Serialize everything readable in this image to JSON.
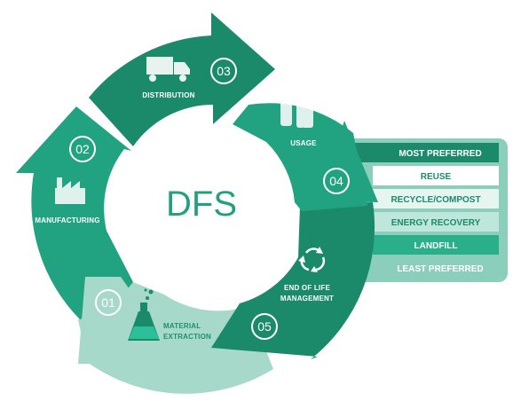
{
  "center_title": "DFS",
  "stages": [
    {
      "number": "01",
      "label_lines": [
        "MATERIAL",
        "EXTRACTION"
      ]
    },
    {
      "number": "02",
      "label_lines": [
        "MANUFACTURING"
      ]
    },
    {
      "number": "03",
      "label_lines": [
        "DISTRIBUTION"
      ]
    },
    {
      "number": "04",
      "label_lines": [
        "USAGE"
      ]
    },
    {
      "number": "05",
      "label_lines": [
        "END OF LIFE",
        "MANAGEMENT"
      ]
    }
  ],
  "hierarchy": {
    "top_label": "MOST PREFERRED",
    "items": [
      "REUSE",
      "RECYCLE/COMPOST",
      "ENERGY RECOVERY",
      "LANDFILL"
    ],
    "bottom_label": "LEAST PREFERRED"
  },
  "colors": {
    "dark_teal": "#1b8a6b",
    "teal": "#21a382",
    "light_mint": "#a6d9c9",
    "panel": "#2aa584",
    "panel_light": "#bfe6da"
  },
  "icons": [
    "factory-icon",
    "truck-icon",
    "bottles-icon",
    "recycle-icon",
    "flask-icon"
  ]
}
